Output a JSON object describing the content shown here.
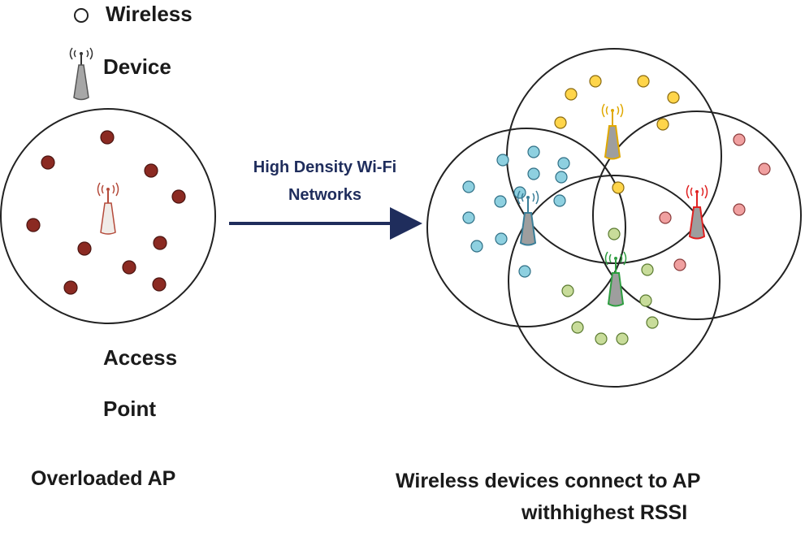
{
  "legend": {
    "wireless_label": "Wireless",
    "device_label": "Device"
  },
  "left_panel": {
    "access_label": "Access",
    "point_label": "Point",
    "caption": "Overloaded AP",
    "device_color": "#8b2a22"
  },
  "arrow": {
    "line1": "High Density Wi-Fi",
    "line2": "Networks",
    "color": "#1f2d5c"
  },
  "right_panel": {
    "caption_line1": "Wireless devices connect to AP",
    "caption_line2": "withhighest RSSI",
    "cells": [
      {
        "name": "blue",
        "color": "#8ed0e0",
        "stroke": "#4a8fa8"
      },
      {
        "name": "yellow",
        "color": "#ffd54a",
        "stroke": "#e0a800"
      },
      {
        "name": "red",
        "color": "#f0a0a0",
        "stroke": "#e02020"
      },
      {
        "name": "green",
        "color": "#c8dc9a",
        "stroke": "#2e9e40"
      }
    ]
  }
}
